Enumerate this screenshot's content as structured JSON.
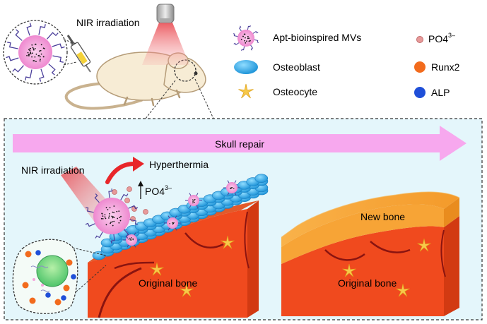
{
  "top": {
    "nir_label": "NIR irradiation"
  },
  "legend": {
    "items": [
      {
        "key": "mvs",
        "label": "Apt-bioinspired MVs"
      },
      {
        "key": "osteoblast",
        "label": "Osteoblast"
      },
      {
        "key": "osteocyte",
        "label": "Osteocyte"
      },
      {
        "key": "po4",
        "label": "PO4",
        "sup": "3–"
      },
      {
        "key": "runx2",
        "label": "Runx2"
      },
      {
        "key": "alp",
        "label": "ALP"
      }
    ],
    "colors": {
      "po4": "#e79a9a",
      "runx2": "#f26b1d",
      "alp": "#1f4fd8",
      "osteoblast": "#2fa8ea",
      "osteocyte": "#f7c94a",
      "mvs": "#f3a6dc"
    }
  },
  "panel": {
    "arrow_label": "Skull repair",
    "nir_label": "NIR irradiation",
    "hyperthermia_label": "Hyperthermia",
    "po4_label": "PO4",
    "po4_sup": "3–",
    "original_bone_left": "Original bone",
    "new_bone": "New bone",
    "original_bone_right": "Original bone"
  },
  "colors": {
    "panel_bg": "#e4f6fb",
    "arrow": "#f7a8ee",
    "bone": "#f04a1e",
    "bone_dark": "#d23a12",
    "new_bone": "#f7a436",
    "laser": "#e8434a",
    "hyper_arrow": "#e8262a"
  }
}
